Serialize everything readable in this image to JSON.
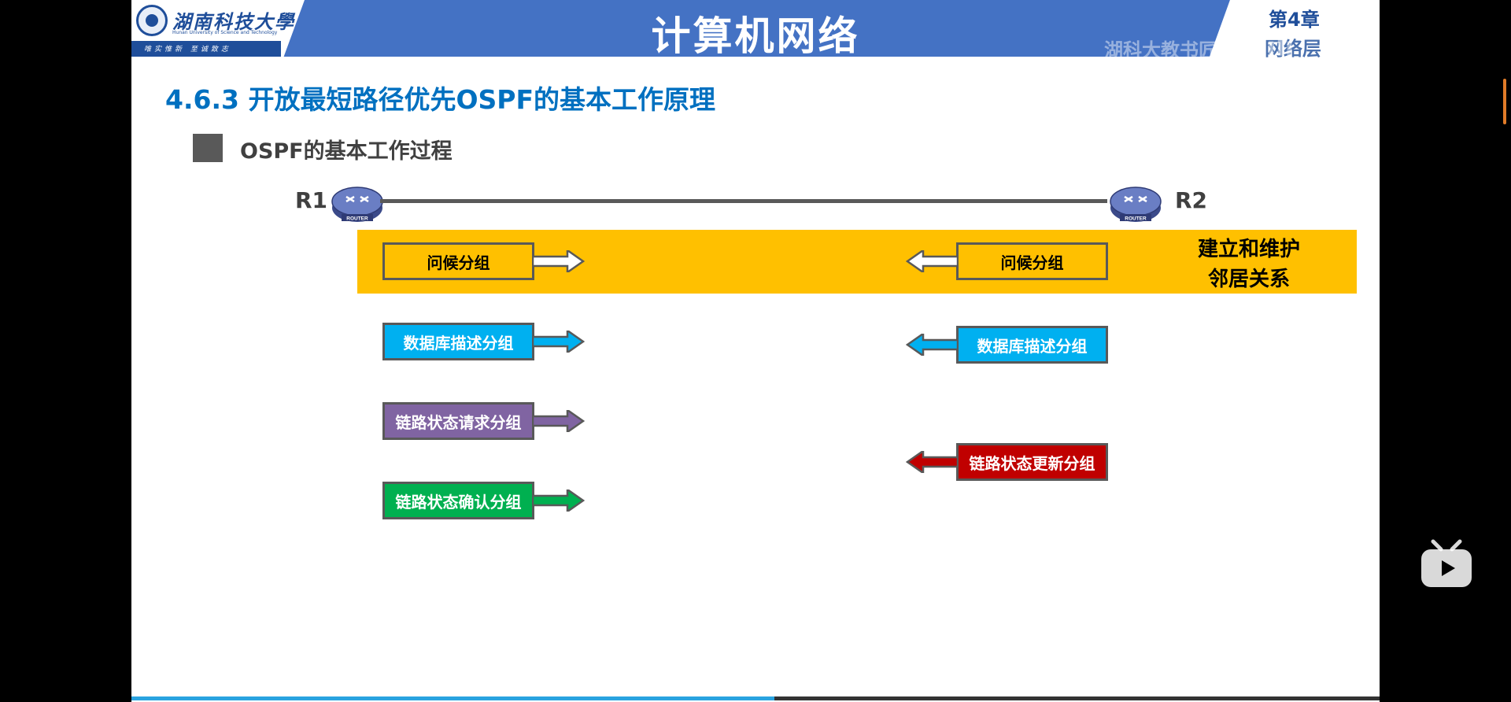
{
  "header": {
    "university_name": "湖南科技大學",
    "university_en": "Hunan University of Science and Technology",
    "motto": "唯实惟新 至诚致志",
    "course_title": "计算机网络",
    "chapter_number": "第4章",
    "chapter_name": "网络层",
    "watermark_text": "湖科大教书匠",
    "watermark_bili": "bili"
  },
  "slide": {
    "section_title": "4.6.3 开放最短路径优先OSPF的基本工作原理",
    "subtitle": "OSPF的基本工作过程"
  },
  "diagram": {
    "r1_label": "R1",
    "r2_label": "R2",
    "router_caption": "ROUTER",
    "band_label": "建立和维护\n邻居关系",
    "r1_packets": [
      {
        "label": "问候分组",
        "fill": "#ffc000",
        "text_color": "#000000",
        "arrow_fill": "#ffffff"
      },
      {
        "label": "数据库描述分组",
        "fill": "#00b0f0",
        "text_color": "#ffffff",
        "arrow_fill": "#00b0f0"
      },
      {
        "label": "链路状态请求分组",
        "fill": "#8064a2",
        "text_color": "#ffffff",
        "arrow_fill": "#8064a2"
      },
      {
        "label": "链路状态确认分组",
        "fill": "#00b050",
        "text_color": "#ffffff",
        "arrow_fill": "#00b050"
      }
    ],
    "r2_packets": [
      {
        "label": "问候分组",
        "fill": "#ffc000",
        "text_color": "#000000",
        "arrow_fill": "#ffffff"
      },
      {
        "label": "数据库描述分组",
        "fill": "#00b0f0",
        "text_color": "#ffffff",
        "arrow_fill": "#00b0f0"
      },
      {
        "label": "链路状态更新分组",
        "fill": "#c00000",
        "text_color": "#ffffff",
        "arrow_fill": "#c00000"
      }
    ]
  },
  "player": {
    "progress_fraction": 0.515,
    "icons": [
      "scroll-indicator-icon",
      "bilibili-tv-icon"
    ]
  }
}
